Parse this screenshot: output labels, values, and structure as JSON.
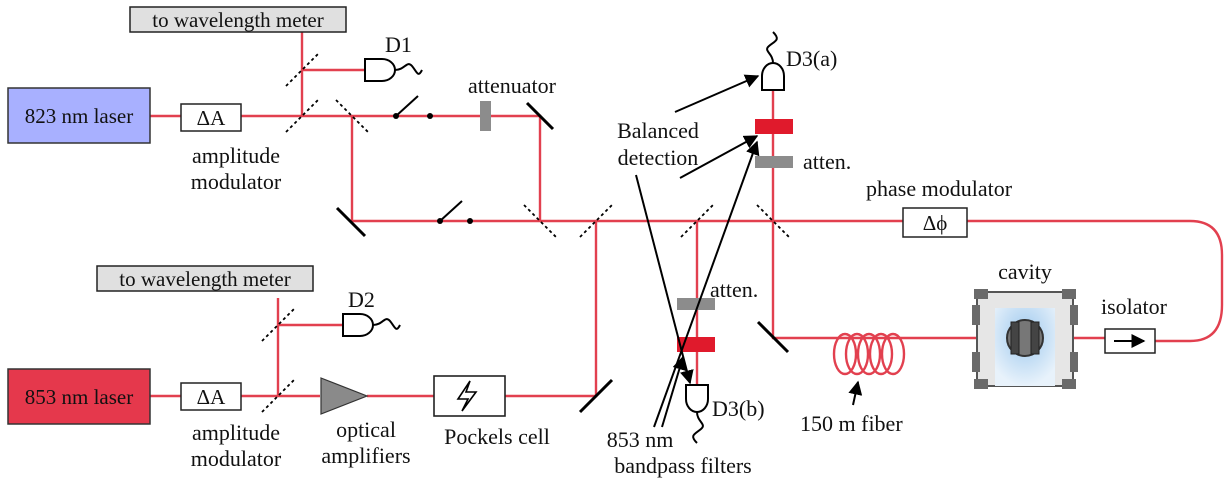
{
  "lasers": {
    "laser_823": {
      "label": "823 nm laser",
      "color": "#a8b0ff"
    },
    "laser_853": {
      "label": "853 nm laser",
      "color": "#e5384c"
    }
  },
  "wavelength_meter": {
    "label": "to wavelength meter"
  },
  "modulators": {
    "amplitude_box": "ΔA",
    "amplitude_label_line1": "amplitude",
    "amplitude_label_line2": "modulator",
    "phase_box": "Δϕ",
    "phase_label": "phase modulator"
  },
  "detectors": {
    "d1": "D1",
    "d2": "D2",
    "d3a": "D3(a)",
    "d3b": "D3(b)"
  },
  "components": {
    "attenuator": "attenuator",
    "atten": "atten.",
    "optical_line1": "optical",
    "optical_line2": "amplifiers",
    "pockels": "Pockels cell",
    "balanced_line1": "Balanced",
    "balanced_line2": "detection",
    "bandpass_line1": "853 nm",
    "bandpass_line2": "bandpass filters",
    "fiber": "150 m fiber",
    "cavity": "cavity",
    "isolator": "isolator"
  },
  "colors": {
    "beam": "#e2404f",
    "filter": "#e01a2c",
    "attenuator": "#8c8c8c",
    "box_gray": "#e0e0e0",
    "cavity_glow": "#9ec9ee"
  }
}
